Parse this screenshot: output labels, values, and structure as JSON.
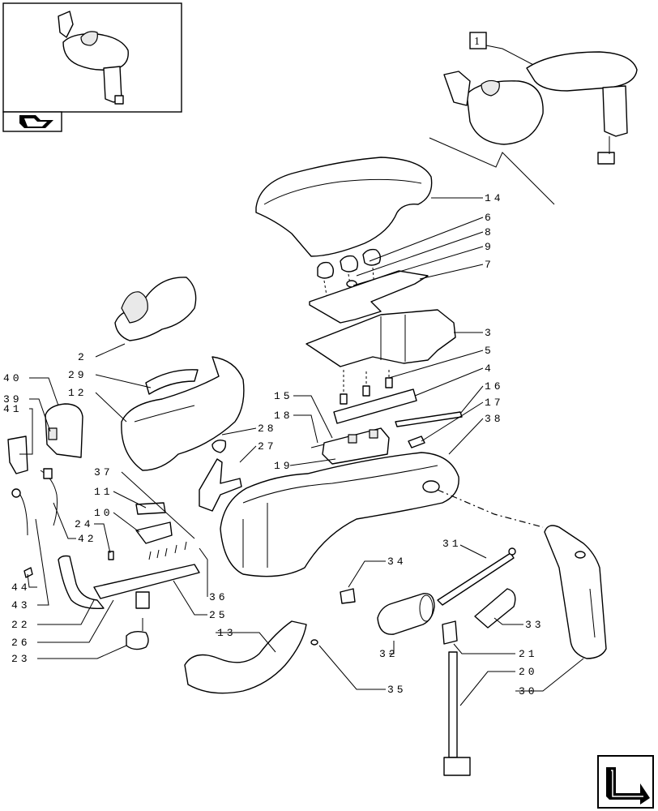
{
  "reference_label": "1",
  "part_labels": [
    {
      "id": "14",
      "text": "14"
    },
    {
      "id": "6",
      "text": "6"
    },
    {
      "id": "8",
      "text": "8"
    },
    {
      "id": "9",
      "text": "9"
    },
    {
      "id": "7",
      "text": "7"
    },
    {
      "id": "3",
      "text": "3"
    },
    {
      "id": "5",
      "text": "5"
    },
    {
      "id": "4",
      "text": "4"
    },
    {
      "id": "16",
      "text": "16"
    },
    {
      "id": "17",
      "text": "17"
    },
    {
      "id": "38",
      "text": "38"
    },
    {
      "id": "15",
      "text": "15"
    },
    {
      "id": "18",
      "text": "18"
    },
    {
      "id": "28",
      "text": "28"
    },
    {
      "id": "27",
      "text": "27"
    },
    {
      "id": "19",
      "text": "19"
    },
    {
      "id": "2",
      "text": "2"
    },
    {
      "id": "29",
      "text": "29"
    },
    {
      "id": "12",
      "text": "12"
    },
    {
      "id": "40",
      "text": "40"
    },
    {
      "id": "39",
      "text": "39"
    },
    {
      "id": "41",
      "text": "41"
    },
    {
      "id": "37",
      "text": "37"
    },
    {
      "id": "11",
      "text": "11"
    },
    {
      "id": "10",
      "text": "10"
    },
    {
      "id": "24",
      "text": "24"
    },
    {
      "id": "42",
      "text": "42"
    },
    {
      "id": "44",
      "text": "44"
    },
    {
      "id": "43",
      "text": "43"
    },
    {
      "id": "22",
      "text": "22"
    },
    {
      "id": "26",
      "text": "26"
    },
    {
      "id": "23",
      "text": "23"
    },
    {
      "id": "36",
      "text": "36"
    },
    {
      "id": "25",
      "text": "25"
    },
    {
      "id": "13",
      "text": "13"
    },
    {
      "id": "34",
      "text": "34"
    },
    {
      "id": "31",
      "text": "31"
    },
    {
      "id": "33",
      "text": "33"
    },
    {
      "id": "32",
      "text": "32"
    },
    {
      "id": "21",
      "text": "21"
    },
    {
      "id": "20",
      "text": "20"
    },
    {
      "id": "30",
      "text": "30"
    },
    {
      "id": "35",
      "text": "35"
    }
  ],
  "icons": {
    "thumbnail_nav": "arrow-book-icon",
    "next_page": "next-page-arrow-icon"
  }
}
